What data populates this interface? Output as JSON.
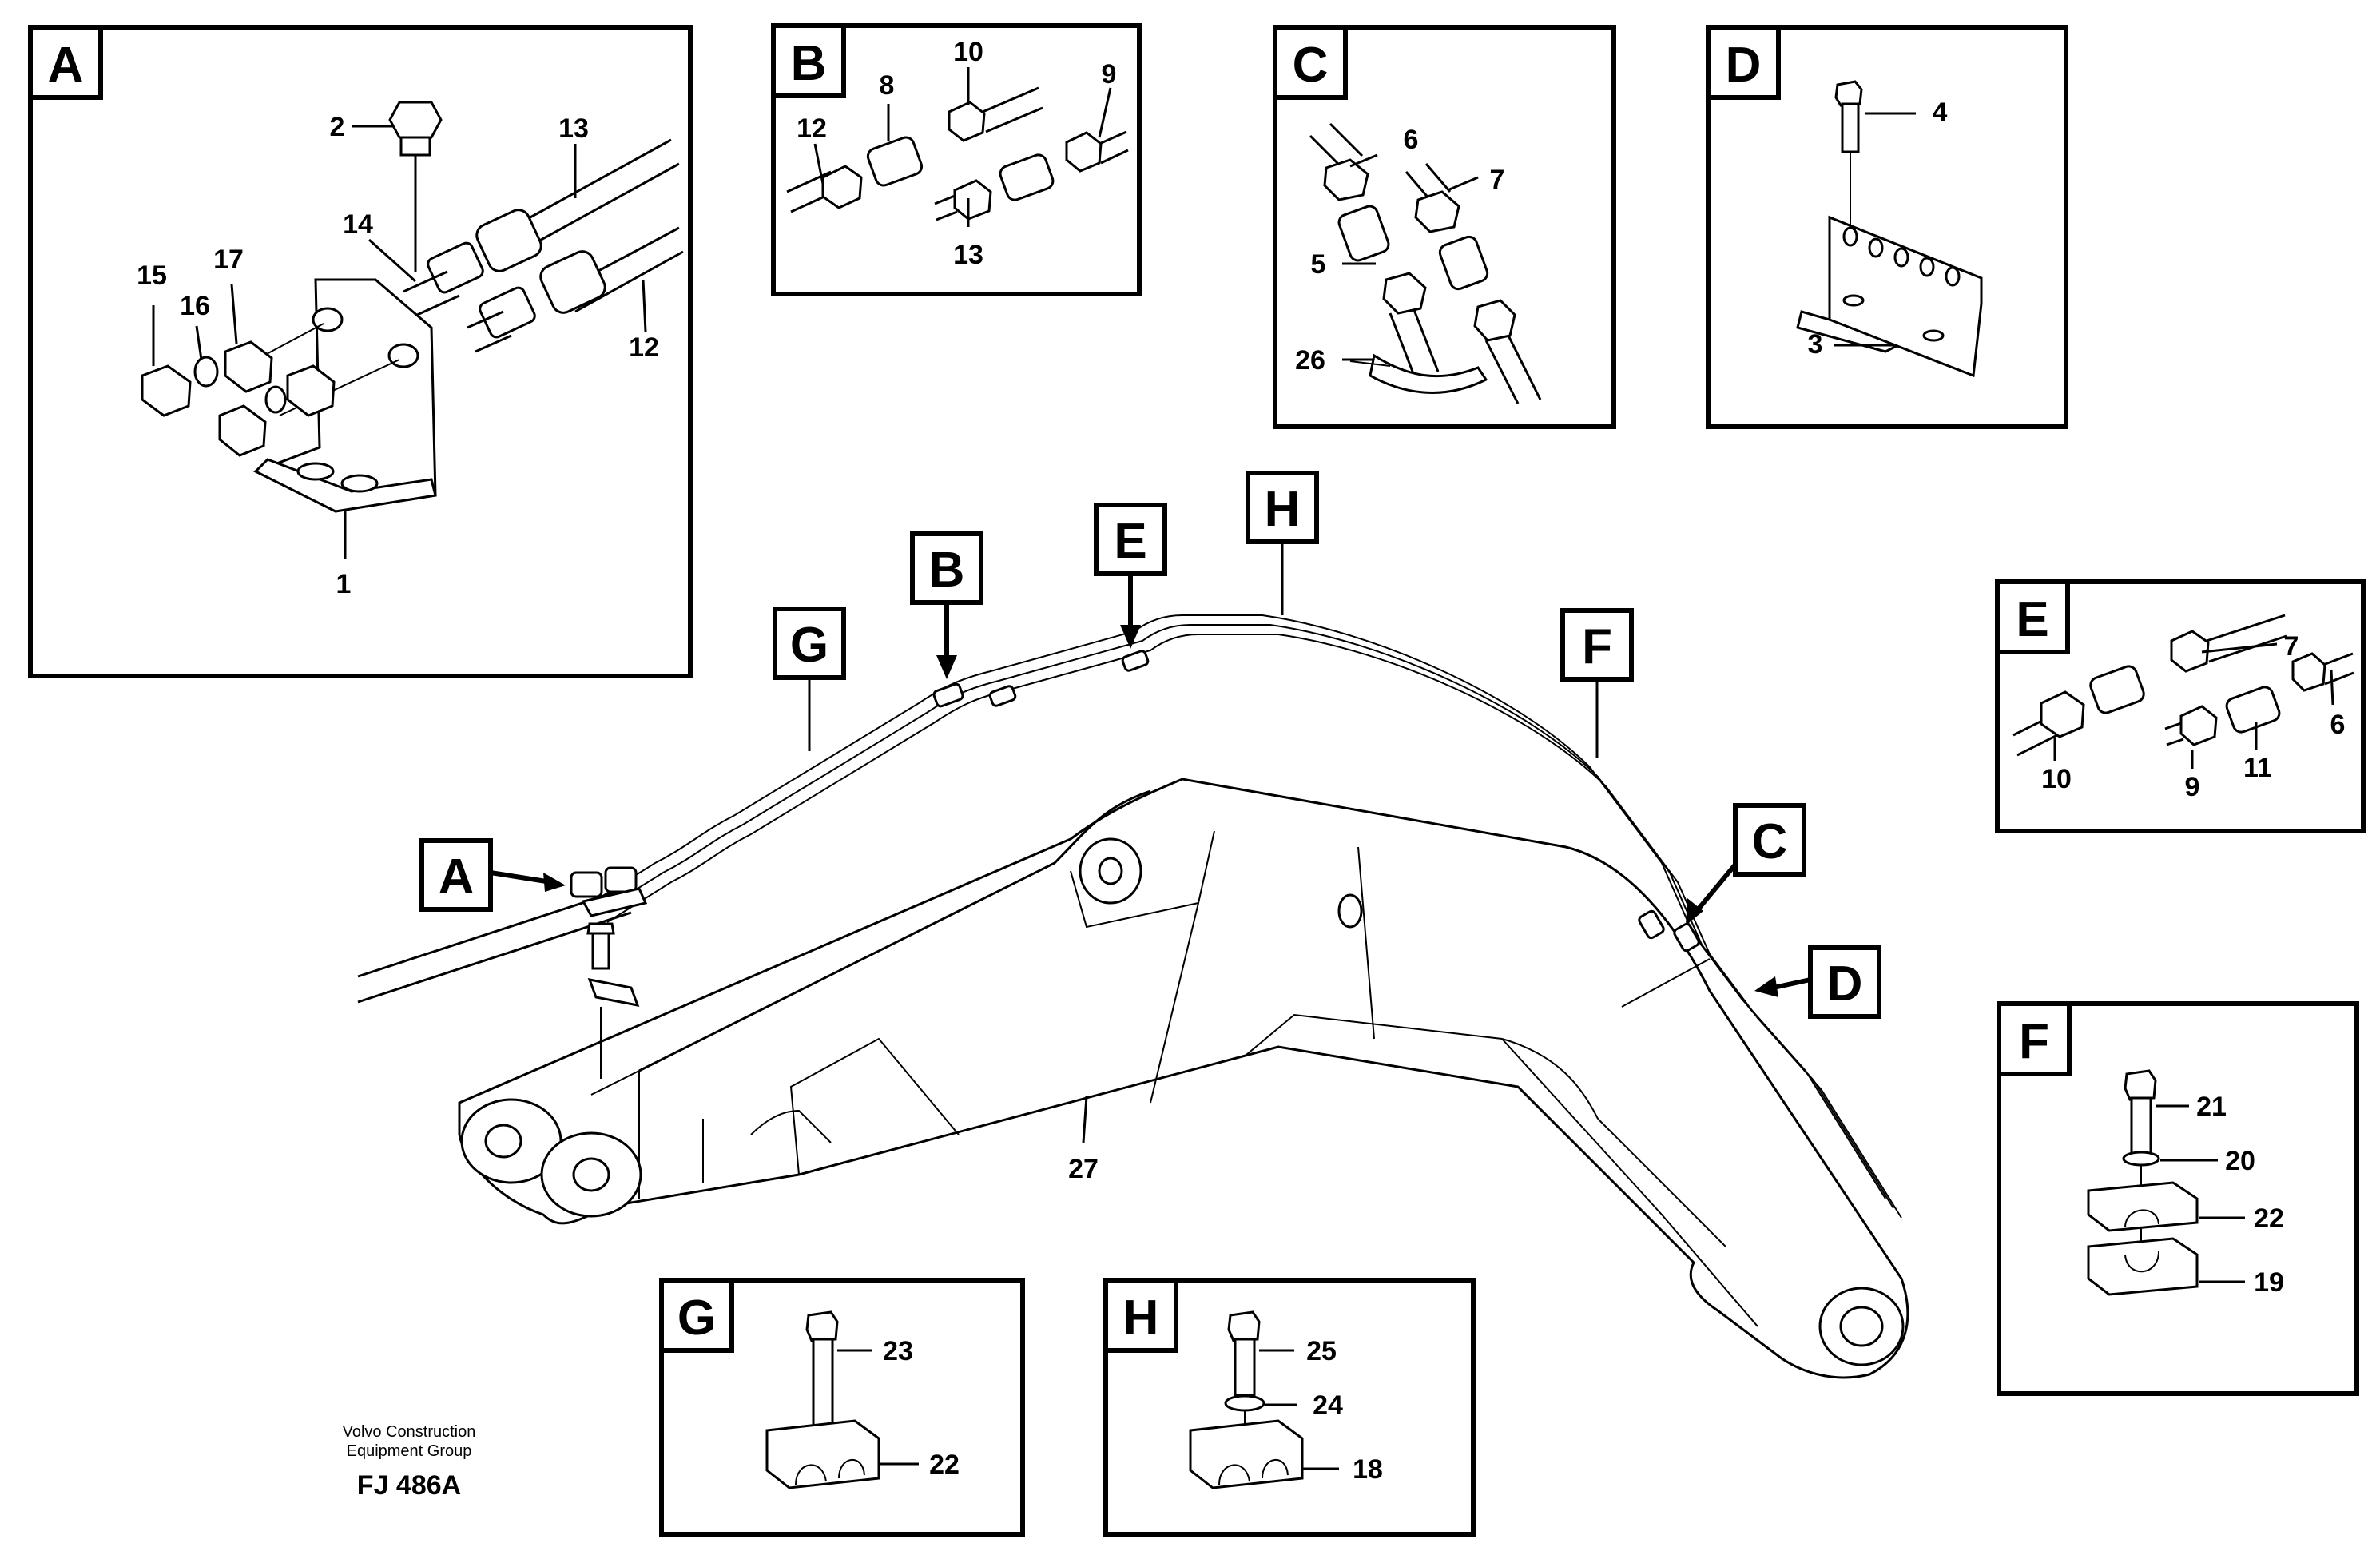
{
  "footer": {
    "company_line1": "Volvo Construction",
    "company_line2": "Equipment Group",
    "figure_id": "FJ 486A"
  },
  "callouts": {
    "A": "A",
    "B": "B",
    "C": "C",
    "D": "D",
    "E": "E",
    "F": "F",
    "G": "G",
    "H": "H"
  },
  "panels": {
    "A": {
      "letter": "A",
      "part_numbers": [
        "2",
        "13",
        "14",
        "15",
        "16",
        "17",
        "12",
        "1"
      ]
    },
    "B": {
      "letter": "B",
      "part_numbers": [
        "12",
        "8",
        "10",
        "9",
        "13"
      ]
    },
    "C": {
      "letter": "C",
      "part_numbers": [
        "6",
        "7",
        "5",
        "26"
      ]
    },
    "D": {
      "letter": "D",
      "part_numbers": [
        "4",
        "3"
      ]
    },
    "E": {
      "letter": "E",
      "part_numbers": [
        "7",
        "6",
        "10",
        "9",
        "11"
      ]
    },
    "F": {
      "letter": "F",
      "part_numbers": [
        "21",
        "20",
        "22",
        "19"
      ]
    },
    "G": {
      "letter": "G",
      "part_numbers": [
        "23",
        "22"
      ]
    },
    "H": {
      "letter": "H",
      "part_numbers": [
        "25",
        "24",
        "18"
      ]
    }
  },
  "boom_part_number": "27"
}
